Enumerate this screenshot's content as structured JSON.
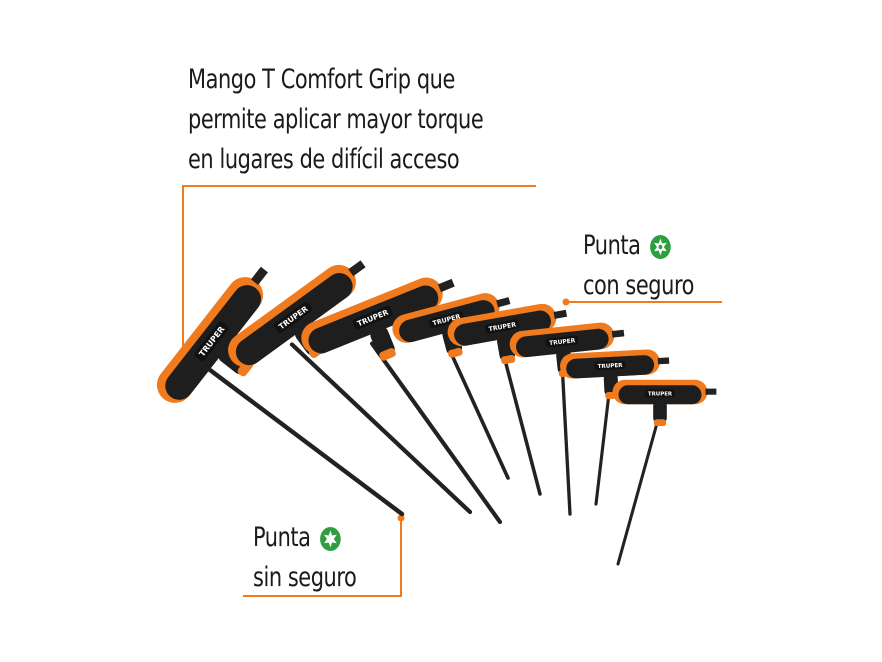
{
  "callouts": {
    "grip": {
      "lines": [
        "Mango T Comfort Grip que",
        "permite aplicar mayor torque",
        "en lugares de difícil acceso"
      ]
    },
    "tip_secure": {
      "line1": "Punta",
      "line2": "con seguro",
      "icon": "torx-star-icon"
    },
    "tip_plain": {
      "line1": "Punta",
      "line2": "sin seguro",
      "icon": "torx-star-icon"
    }
  },
  "brand": "TRUPER",
  "colors": {
    "accent": "#f07a1e",
    "handle_dark": "#1e1e1e",
    "icon_green": "#2e9e3e",
    "leader": "#f07a1e"
  },
  "tools_count_label": ""
}
